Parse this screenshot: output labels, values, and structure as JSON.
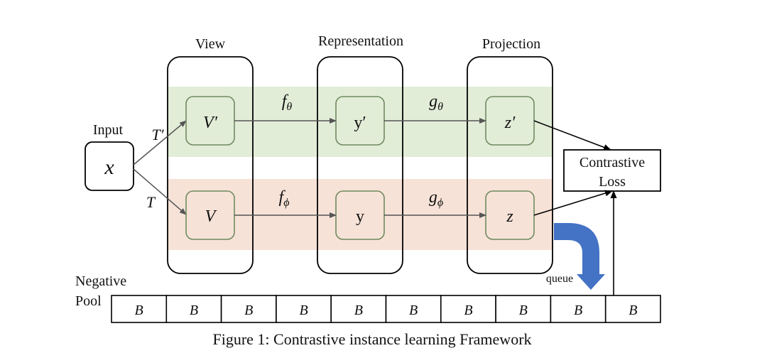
{
  "columns": {
    "view": "View",
    "representation": "Representation",
    "projection": "Projection"
  },
  "input": {
    "label": "Input",
    "node": "x",
    "transform_top": "T′",
    "transform_bottom": "T"
  },
  "top_branch": {
    "view_node": "V′",
    "encoder": "f",
    "encoder_sub": "θ",
    "repr_node": "y′",
    "projector": "g",
    "projector_sub": "θ",
    "proj_node": "z′"
  },
  "bottom_branch": {
    "view_node": "V",
    "encoder": "f",
    "encoder_sub": "ϕ",
    "repr_node": "y",
    "projector": "g",
    "projector_sub": "ϕ",
    "proj_node": "z"
  },
  "loss": {
    "line1": "Contrastive",
    "line2": "Loss"
  },
  "queue_label": "queue",
  "negative_pool": {
    "label_line1": "Negative",
    "label_line2": "Pool",
    "cells": [
      "B",
      "B",
      "B",
      "B",
      "B",
      "B",
      "B",
      "B",
      "B",
      "B"
    ]
  },
  "caption": "Figure 1: Contrastive instance learning Framework",
  "colors": {
    "top_band": "#e2edd8",
    "bottom_band": "#f7e2d7",
    "inner_box": "#6f8a5f",
    "arrow": "#555555",
    "queue_arrow": "#4472c4"
  }
}
